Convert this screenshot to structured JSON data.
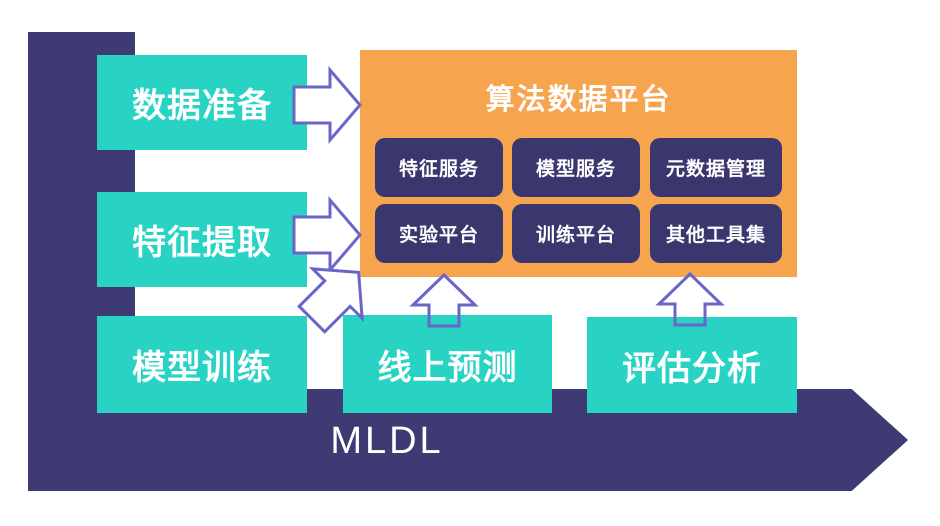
{
  "colors": {
    "navy": "#3d3a74",
    "navyDeep": "#3a366e",
    "teal": "#28d3c4",
    "orange": "#f7a44e",
    "arrowStroke": "#6a66c9",
    "text": "#ffffff"
  },
  "flow": {
    "label": "MLDL"
  },
  "stages": [
    {
      "id": "data-prep",
      "label": "数据准备"
    },
    {
      "id": "feature-extraction",
      "label": "特征提取"
    },
    {
      "id": "model-training",
      "label": "模型训练"
    },
    {
      "id": "online-prediction",
      "label": "线上预测"
    },
    {
      "id": "evaluation",
      "label": "评估分析"
    }
  ],
  "platform": {
    "title": "算法数据平台",
    "modules": [
      {
        "label": "特征服务"
      },
      {
        "label": "模型服务"
      },
      {
        "label": "元数据管理"
      },
      {
        "label": "实验平台"
      },
      {
        "label": "训练平台"
      },
      {
        "label": "其他工具集"
      }
    ]
  }
}
